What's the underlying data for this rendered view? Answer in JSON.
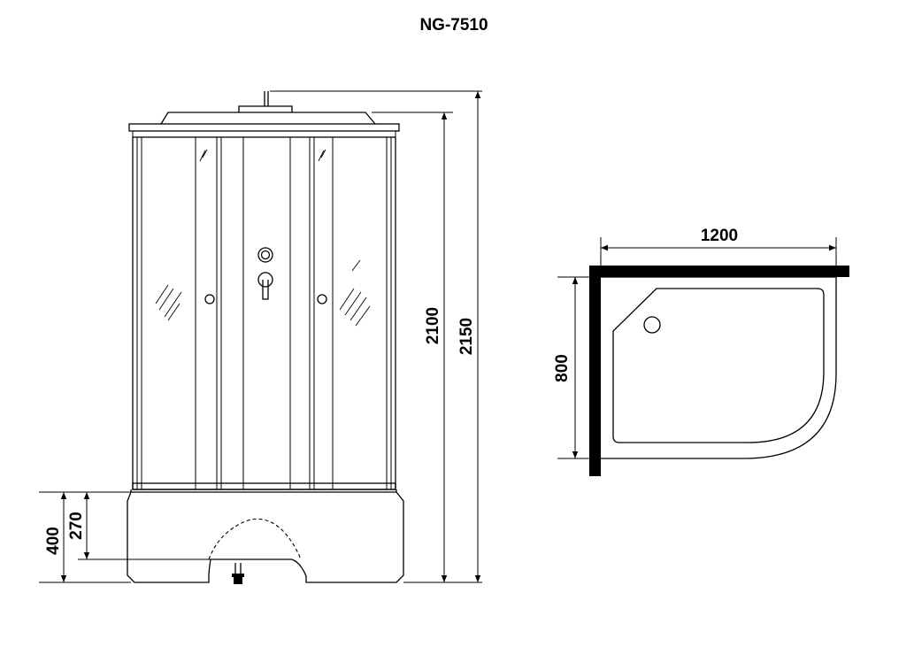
{
  "title": "NG-7510",
  "front_view": {
    "dimensions": {
      "height_total": "2150",
      "height_cabin": "2100",
      "tray_height": "400",
      "tray_inner_height": "270"
    }
  },
  "top_view": {
    "dimensions": {
      "width": "1200",
      "depth": "800"
    }
  },
  "colors": {
    "line": "#000000",
    "background": "#ffffff"
  }
}
